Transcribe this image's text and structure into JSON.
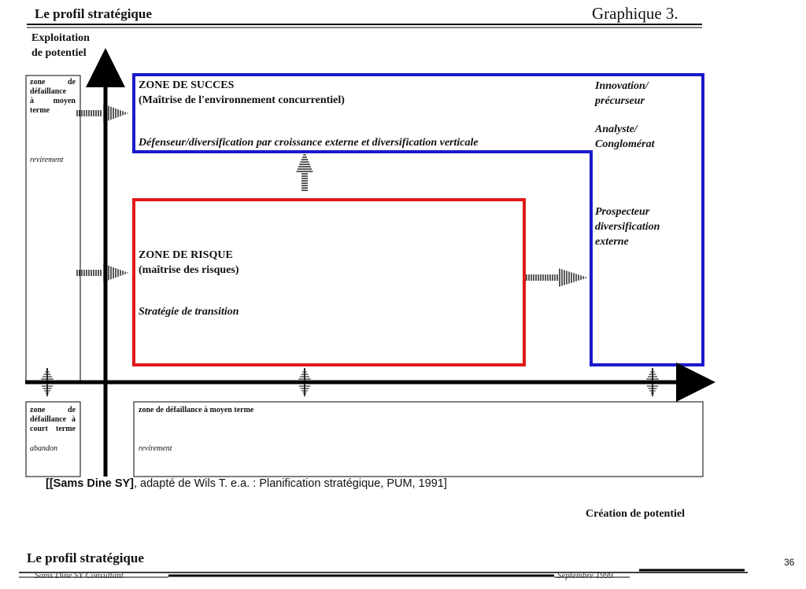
{
  "header": {
    "title": "Le profil stratégique",
    "figure_label": "Graphique 3."
  },
  "axes": {
    "y_label_line1": "Exploitation",
    "y_label_line2": "de potentiel",
    "x_label": "Création de potentiel"
  },
  "left_top_box": {
    "line1_a": "zone",
    "line1_b": "de",
    "line2": "défaillance",
    "line3_a": "à",
    "line3_b": "moyen",
    "line4": "terme",
    "italic": "revirement"
  },
  "left_bottom_box": {
    "line1_a": "zone",
    "line1_b": "de",
    "line2_a": "défaillance",
    "line2_b": "à",
    "line3": "court terme",
    "italic": "abandon"
  },
  "bottom_box": {
    "title": "zone de défaillance à moyen terme",
    "italic": "revirement"
  },
  "success_zone": {
    "title": "ZONE DE SUCCES",
    "subtitle": "(Maîtrise de l'environnement concurrentiel)",
    "strategy": "Défenseur/diversification par croissance externe et diversification verticale"
  },
  "risk_zone": {
    "title": "ZONE DE RISQUE",
    "subtitle": "(maîtrise des risques)",
    "strategy": "Stratégie de transition"
  },
  "right_column": {
    "item1_line1": "Innovation/",
    "item1_line2": "précurseur",
    "item2_line1": "Analyste/",
    "item2_line2": "Conglomérat",
    "item3_line1": "Prospecteur",
    "item3_line2": "diversification",
    "item3_line3": "externe"
  },
  "citation": {
    "author": "[[Sams Dine SY]",
    "rest": ", adapté de Wils T. e.a. : Planification stratégique, PUM, 1991]"
  },
  "footer": {
    "title": "Le profil stratégique",
    "author": "Sams Dine SY Consultant",
    "date": "Septembre 1999",
    "page": "36"
  },
  "colors": {
    "success": "#1a1acc",
    "risk": "#e01818",
    "axis": "#000000"
  }
}
